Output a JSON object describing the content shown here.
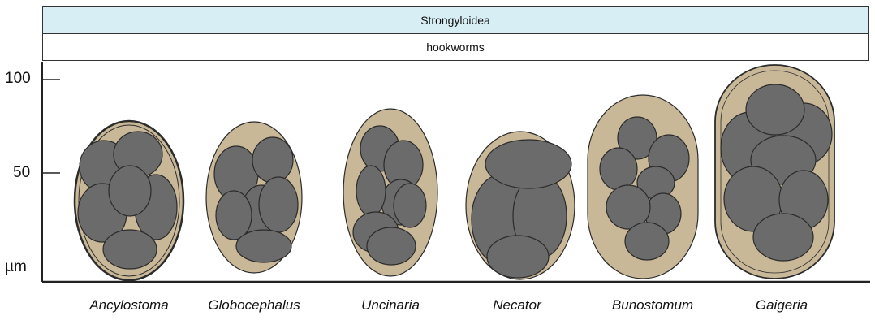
{
  "header": {
    "superfamily": "Strongyloidea",
    "group": "hookworms"
  },
  "axis": {
    "unit": "µm",
    "ticks": [
      "100",
      "50"
    ]
  },
  "genera": [
    "Ancylostoma",
    "Globocephalus",
    "Uncinaria",
    "Necator",
    "Bunostomum",
    "Gaigeria"
  ],
  "colors": {
    "shell": "#c9b898",
    "blastomere": "#6b6b6b",
    "outline": "#2b2b2b",
    "header_fill": "#d8eef5"
  }
}
